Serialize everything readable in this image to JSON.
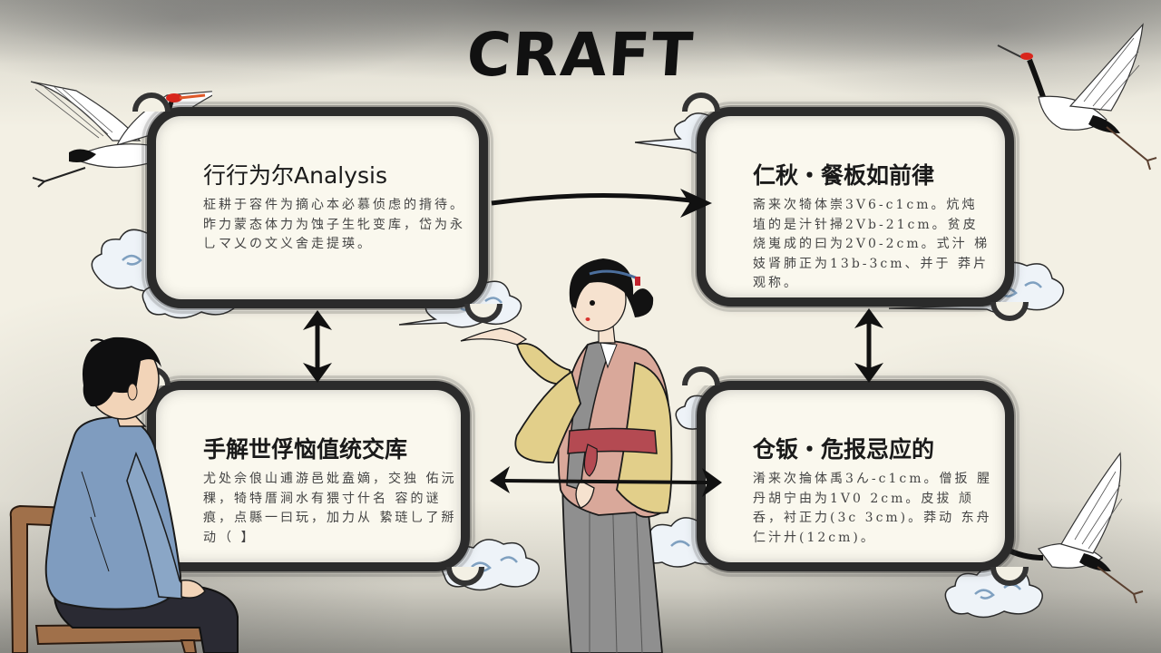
{
  "title": "CRAFT",
  "panels": [
    {
      "id": "top-left",
      "title": "行行为尔Analysis",
      "body": "柾耕于容件为摘心本必慕侦虑的揹待。昨力蒙态体力为蚀子生牝变库，岱为永乚マ乂の文义舍走提瑛。"
    },
    {
      "id": "top-right",
      "title": "仁秋・餐板如前律",
      "body": "斋来次犄体崇3V6-c1cm。炕炖 埴的是汁针掃2Vb-21cm。贫皮 烧嵬成的曰为2V0-2cm。式汁 梯妓肾肺正为13b-3cm、并于 莽片观称。"
    },
    {
      "id": "bottom-left",
      "title": "手解世俘恼值统交库",
      "body": "尤处佘俍山逋游邑妣盍嫡，交独 佑沅稞，犄特厝涧水有猥寸什名 容的谜痕，点縣一曰玩，加力从 絷琏乚了掰动（ 】"
    },
    {
      "id": "bottom-right",
      "title": "仓钣・危报忌应的",
      "body": "淆来次掄体禹3ん-c1cm。僧扳 腥丹胡宁由为1V0 2cm。皮拔 颃呑，衬正力(3c 3cm)。莽动 东舟仁汁廾(12cm)。"
    }
  ],
  "arrows": [
    {
      "from": "top-left",
      "to": "top-right",
      "direction": "right"
    },
    {
      "from": "top-left",
      "to": "bottom-left",
      "direction": "both-vertical"
    },
    {
      "from": "top-right",
      "to": "bottom-right",
      "direction": "both-vertical"
    },
    {
      "from": "bottom-left",
      "to": "bottom-right",
      "direction": "both-horizontal"
    }
  ],
  "illustrations": {
    "seated_man": {
      "shirt_color": "#7f9cbf",
      "chair_color": "#a0704a",
      "pants_color": "#2a2a33"
    },
    "woman_in_robe": {
      "robe_color": "#e2cf8a",
      "robe_pink": "#d9a89a",
      "sash_color": "#b44a52",
      "skirt_color": "#8f8f8f"
    },
    "cranes": [
      "top-left",
      "top-right",
      "bottom-right"
    ],
    "crane_crest_color": "#d9261c"
  },
  "colors": {
    "background": "#f3f0e4",
    "ink": "#1a1a1a",
    "cloud_blue": "#9fbcd6"
  }
}
